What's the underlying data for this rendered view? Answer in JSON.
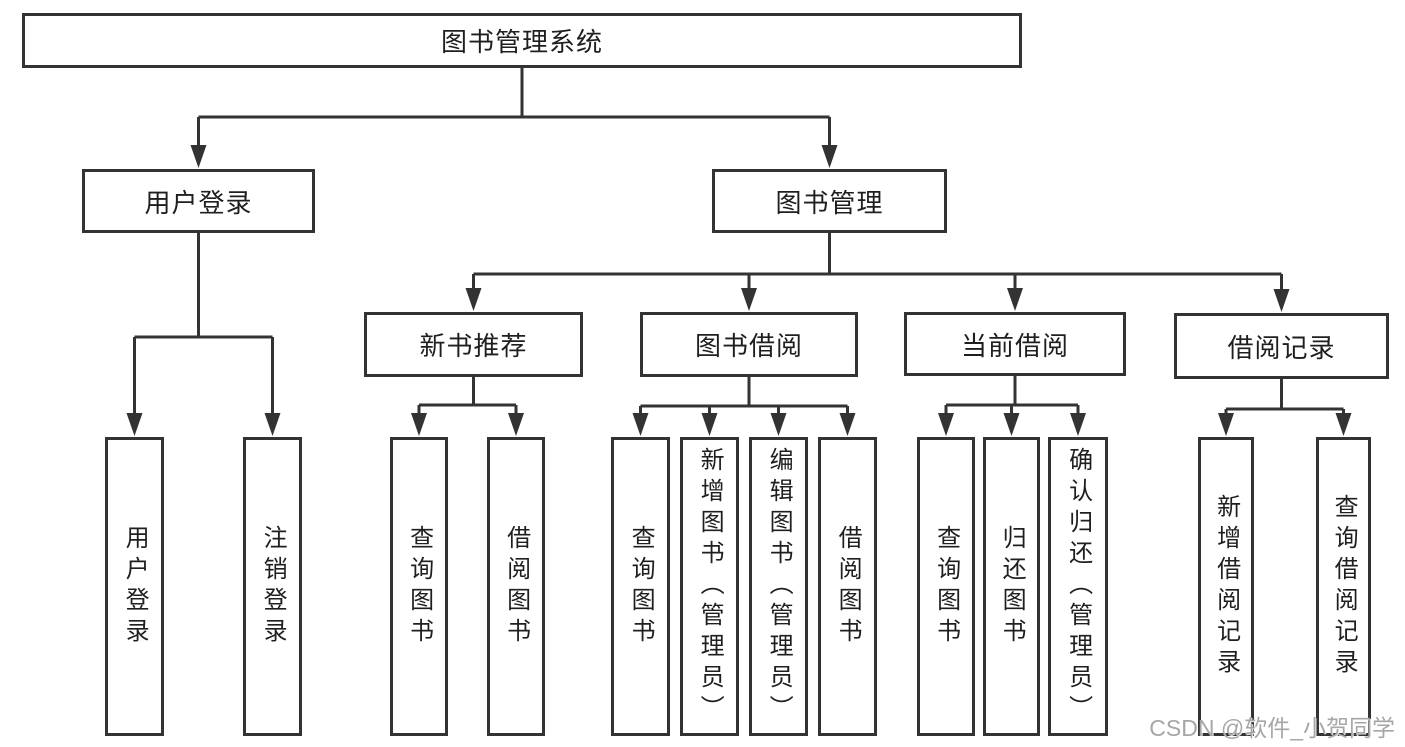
{
  "diagram": {
    "title": "图书管理系统",
    "kind": "function-structure-tree"
  },
  "nodes": [
    {
      "id": "root",
      "label": "图书管理系统",
      "parent": null
    },
    {
      "id": "user-login",
      "label": "用户登录",
      "parent": "root"
    },
    {
      "id": "book-mgmt",
      "label": "图书管理",
      "parent": "root"
    },
    {
      "id": "ul-login",
      "label": "用户登录",
      "parent": "user-login"
    },
    {
      "id": "ul-logout",
      "label": "注销登录",
      "parent": "user-login"
    },
    {
      "id": "new-book-rec",
      "label": "新书推荐",
      "parent": "book-mgmt"
    },
    {
      "id": "book-borrow",
      "label": "图书借阅",
      "parent": "book-mgmt"
    },
    {
      "id": "current-borrow",
      "label": "当前借阅",
      "parent": "book-mgmt"
    },
    {
      "id": "borrow-records",
      "label": "借阅记录",
      "parent": "book-mgmt"
    },
    {
      "id": "nr-query-books",
      "label": "查询图书",
      "parent": "new-book-rec"
    },
    {
      "id": "nr-borrow-books",
      "label": "借阅图书",
      "parent": "new-book-rec"
    },
    {
      "id": "bb-query-books",
      "label": "查询图书",
      "parent": "book-borrow"
    },
    {
      "id": "bb-add-books",
      "label": "新增图书（管理员）",
      "parent": "book-borrow"
    },
    {
      "id": "bb-edit-books",
      "label": "编辑图书（管理员）",
      "parent": "book-borrow"
    },
    {
      "id": "bb-borrow-books",
      "label": "借阅图书",
      "parent": "book-borrow"
    },
    {
      "id": "cb-query-books",
      "label": "查询图书",
      "parent": "current-borrow"
    },
    {
      "id": "cb-return-books",
      "label": "归还图书",
      "parent": "current-borrow"
    },
    {
      "id": "cb-confirm-return",
      "label": "确认归还（管理员）",
      "parent": "current-borrow"
    },
    {
      "id": "br-add-record",
      "label": "新增借阅记录",
      "parent": "borrow-records"
    },
    {
      "id": "br-query-record",
      "label": "查询借阅记录",
      "parent": "borrow-records"
    }
  ],
  "watermark": {
    "text": "CSDN @软件_小贺同学"
  },
  "colors": {
    "line": "#333333",
    "text": "#1f1f1f",
    "box_background": "#ffffff",
    "page_background": "#ffffff",
    "watermark": "#a6a6a6"
  }
}
